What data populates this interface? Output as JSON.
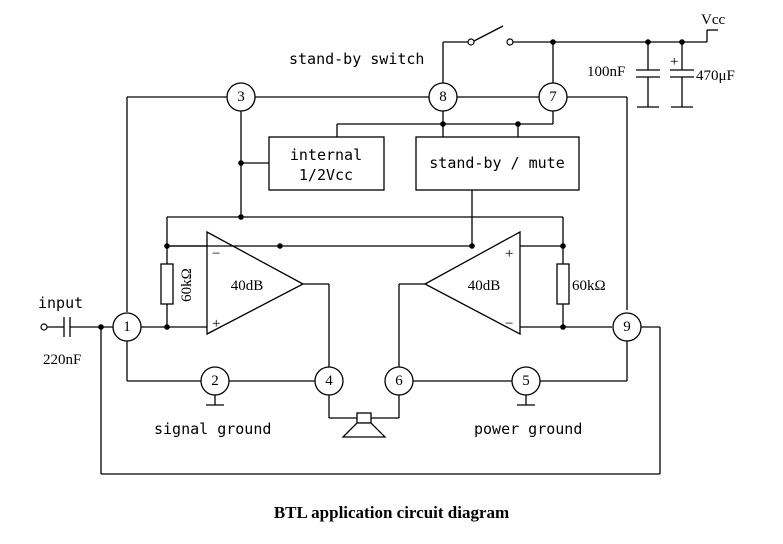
{
  "caption": "BTL application circuit diagram",
  "labels": {
    "standby_switch": "stand-by switch",
    "vcc": "Vcc",
    "cap_100nf": "100nF",
    "cap_470uf": "470μF",
    "internal_half_vcc_line1": "internal",
    "internal_half_vcc_line2": "1/2Vcc",
    "standby_mute": "stand-by / mute",
    "amp_left_gain": "40dB",
    "amp_right_gain": "40dB",
    "amp_left_minus": "−",
    "amp_left_plus": "+",
    "amp_right_plus": "+",
    "amp_right_minus": "−",
    "res_left": "60kΩ",
    "res_right": "60kΩ",
    "input": "input",
    "input_cap": "220nF",
    "signal_ground": "signal ground",
    "power_ground": "power ground",
    "polarity_plus": "+"
  },
  "pins": {
    "p1": "1",
    "p2": "2",
    "p3": "3",
    "p4": "4",
    "p5": "5",
    "p6": "6",
    "p7": "7",
    "p8": "8",
    "p9": "9"
  }
}
